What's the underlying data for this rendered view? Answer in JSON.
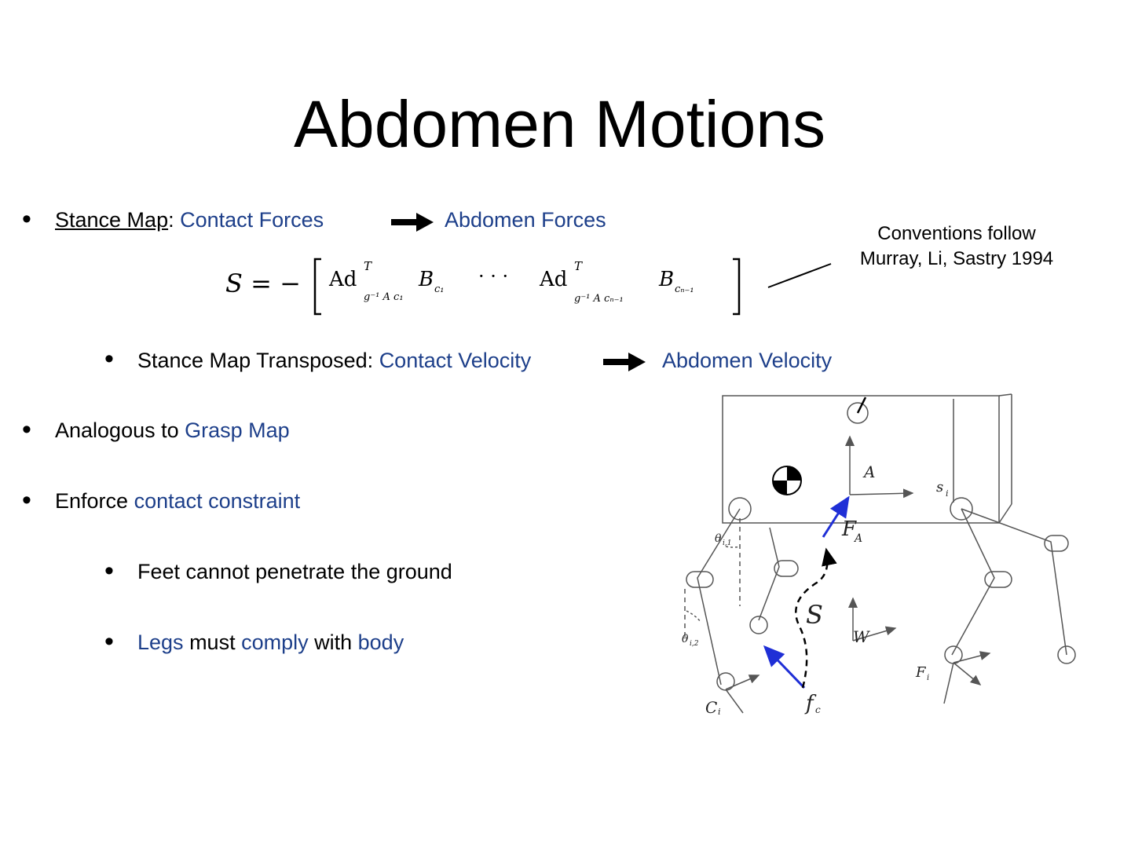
{
  "slide": {
    "title": "Abdomen Motions",
    "bullets": {
      "stance_map": {
        "label": "Stance Map",
        "colon": ": ",
        "from": "Contact Forces",
        "to": "Abdomen Forces"
      },
      "stance_transposed": {
        "label": "Stance Map Transposed: ",
        "from": "Contact Velocity",
        "to": "Abdomen Velocity"
      },
      "analogous": {
        "prefix": "Analogous to ",
        "link": "Grasp Map"
      },
      "enforce": {
        "prefix": "Enforce ",
        "link": "contact constraint"
      },
      "feet": "Feet cannot penetrate the ground",
      "legs": {
        "w1": "Legs",
        "w2": " must ",
        "w3": "comply",
        "w4": " with ",
        "w5": "body"
      }
    },
    "note": {
      "line1": "Conventions follow",
      "line2": "Murray, Li, Sastry 1994"
    },
    "equation": {
      "lhs": "S = −",
      "ad": "Ad",
      "sup": "T",
      "sub1": "g⁻¹ A c₁",
      "b1": "B",
      "b1sub": "c₁",
      "dots": "· · ·",
      "sub2": "g⁻¹ A cₙ₋₁",
      "b2": "B",
      "b2sub": "cₙ₋₁"
    },
    "figure": {
      "label_A": "A",
      "label_s": "s",
      "label_s_sub": "i",
      "label_FA": "F",
      "label_FA_sub": "A",
      "label_S": "S",
      "label_W": "W",
      "label_theta1": "θ",
      "label_theta1_sub": "i,1",
      "label_theta2": "θ",
      "label_theta2_sub": "i,2",
      "label_C": "C",
      "label_C_sub": "i",
      "label_fc": "f",
      "label_fc_sub": "c",
      "label_F": "F",
      "label_F_sub": "i"
    },
    "colors": {
      "text": "#000000",
      "accent": "#1d3f8a",
      "force_arrow": "#1f2fd6"
    }
  }
}
